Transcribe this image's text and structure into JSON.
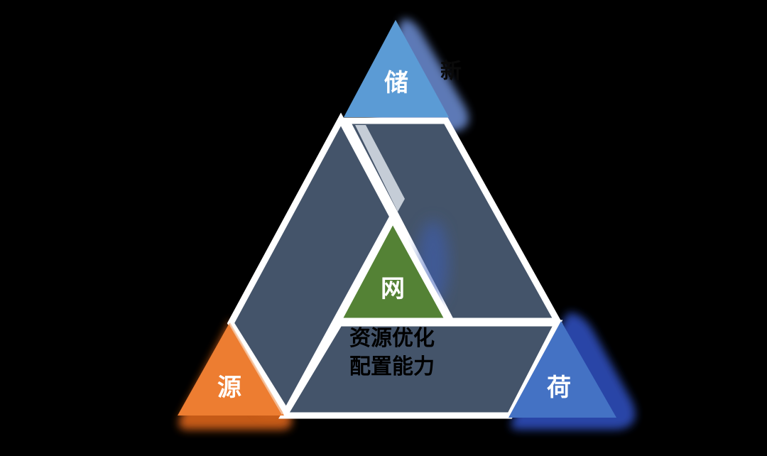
{
  "diagram": {
    "background": "#000000",
    "nodes": {
      "storage": {
        "label": "储",
        "color": "#5B9BD5",
        "glow": "#7FA7D8"
      },
      "source": {
        "label": "源",
        "color": "#ED7D31",
        "glow": "#F08A3C"
      },
      "load": {
        "label": "荷",
        "color": "#4472C4",
        "glow": "#3A5FC0"
      },
      "grid": {
        "label": "网",
        "color": "#548235"
      }
    },
    "bands": {
      "fill": "#44546A",
      "stroke": "#FFFFFF"
    },
    "center_caption": {
      "line1": "资源优化",
      "line2": "配置能力"
    },
    "hidden_caption_fragment": "新"
  }
}
